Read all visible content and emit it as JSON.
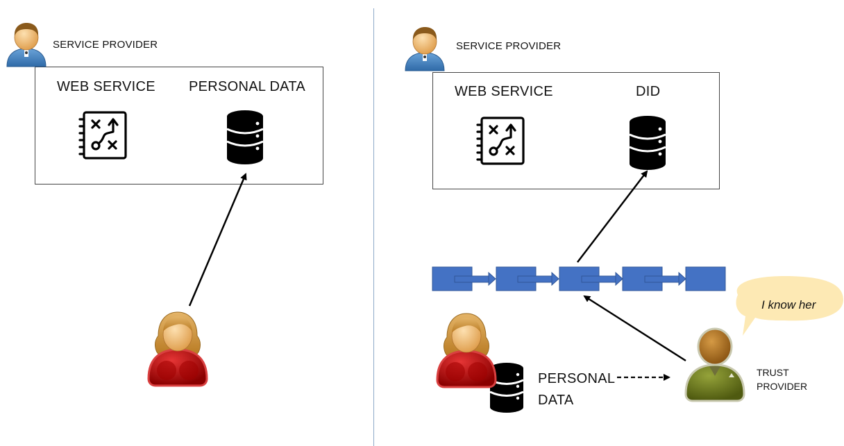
{
  "left_panel": {
    "service_provider_label": "SERVICE PROVIDER",
    "web_service_label": "WEB SERVICE",
    "storage_label": "PERSONAL DATA"
  },
  "right_panel": {
    "service_provider_label": "SERVICE PROVIDER",
    "web_service_label": "WEB SERVICE",
    "storage_label": "DID",
    "personal_data_label_line1": "PERSONAL",
    "personal_data_label_line2": "DATA",
    "trust_provider_line1": "TRUST",
    "trust_provider_line2": "PROVIDER",
    "speech_bubble_text": "I know her",
    "blockchain_block_count": 5
  },
  "colors": {
    "block_blue": "#4472c4",
    "divider": "#8ea9c8",
    "bubble_fill": "#fde9b4",
    "user_red": "#c00000",
    "trust_green": "#6b7a1e"
  }
}
